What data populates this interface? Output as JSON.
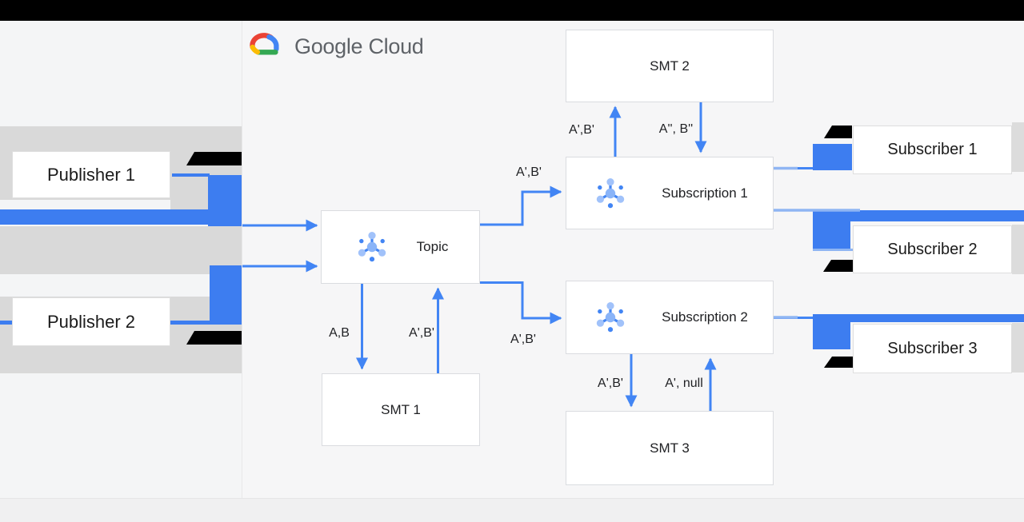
{
  "logo": {
    "text": "Google Cloud"
  },
  "publishers": [
    {
      "label": "Publisher 1"
    },
    {
      "label": "Publisher 2"
    }
  ],
  "nodes": {
    "topic": {
      "label": "Topic",
      "icon": "pubsub-icon"
    },
    "smt1": {
      "label": "SMT 1"
    },
    "smt2": {
      "label": "SMT 2"
    },
    "smt3": {
      "label": "SMT 3"
    },
    "subscription1": {
      "label": "Subscription 1",
      "icon": "pubsub-icon"
    },
    "subscription2": {
      "label": "Subscription 2",
      "icon": "pubsub-icon"
    }
  },
  "subscribers": [
    {
      "label": "Subscriber 1"
    },
    {
      "label": "Subscriber 2"
    },
    {
      "label": "Subscriber 3"
    }
  ],
  "edges": {
    "topic_to_smt1": "A,B",
    "smt1_to_topic": "A',B'",
    "topic_to_subscription1": "A',B'",
    "topic_to_subscription2": "A',B'",
    "subscription1_to_smt2": "A',B'",
    "smt2_to_subscription1": "A'', B''",
    "subscription2_to_smt3": "A',B'",
    "smt3_to_subscription2": "A', null"
  },
  "colors": {
    "arrow_blue": "#4285f4",
    "arrow_blue_light": "#8fb5f3",
    "icon_blue_light": "#a1c2fa",
    "icon_blue_mid": "#8ab4f8",
    "gray_band": "#d9d9d9",
    "redaction": "#000000",
    "logo_red": "#ea4335",
    "logo_blue": "#4285f4",
    "logo_green": "#34a853",
    "logo_yellow": "#fbbc04",
    "topbar": "#000000"
  }
}
